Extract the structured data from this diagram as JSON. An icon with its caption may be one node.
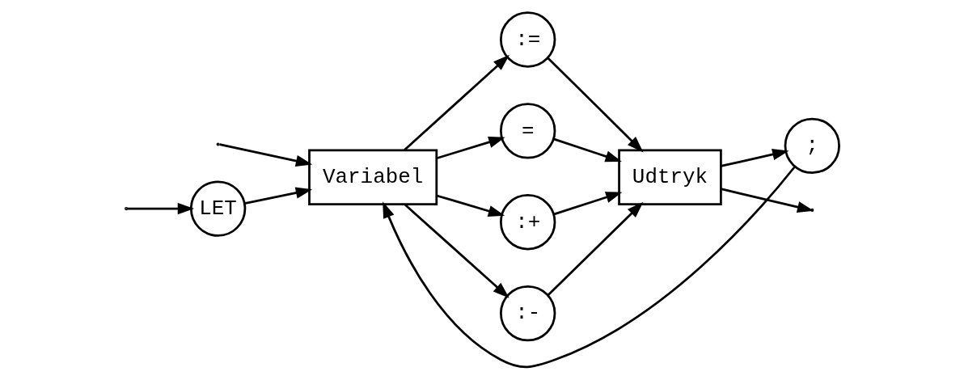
{
  "diagram": {
    "nodes": [
      {
        "text": [
          "LET"
        ]
      },
      {
        "text": [
          "Variabel"
        ]
      },
      {
        "text": [
          ":="
        ]
      },
      {
        "text": [
          "="
        ]
      },
      {
        "text": [
          ":+"
        ]
      },
      {
        "text": [
          ":-"
        ]
      },
      {
        "text": [
          "Udtryk"
        ]
      },
      {
        "text": [
          ";"
        ]
      }
    ],
    "edges": [
      {
        "from": null,
        "to": 0,
        "arrow": "to"
      },
      {
        "from": 0,
        "to": 1,
        "arrow": "to"
      },
      {
        "from": null,
        "to": 1,
        "arrow": "to"
      },
      {
        "from": 1,
        "to": 2,
        "arrow": "to"
      },
      {
        "from": 1,
        "to": 3,
        "arrow": "to"
      },
      {
        "from": 1,
        "to": 4,
        "arrow": "to"
      },
      {
        "from": 1,
        "to": 5,
        "arrow": "to"
      },
      {
        "from": 2,
        "to": 6,
        "arrow": "to"
      },
      {
        "from": 3,
        "to": 6,
        "arrow": "to"
      },
      {
        "from": 4,
        "to": 6,
        "arrow": "to"
      },
      {
        "from": 5,
        "to": 6,
        "arrow": "to"
      },
      {
        "from": 6,
        "to": null,
        "arrow": "to"
      },
      {
        "from": 6,
        "to": 7,
        "arrow": "to"
      },
      {
        "from": 7,
        "to": 1,
        "arrow": "to"
      }
    ]
  }
}
